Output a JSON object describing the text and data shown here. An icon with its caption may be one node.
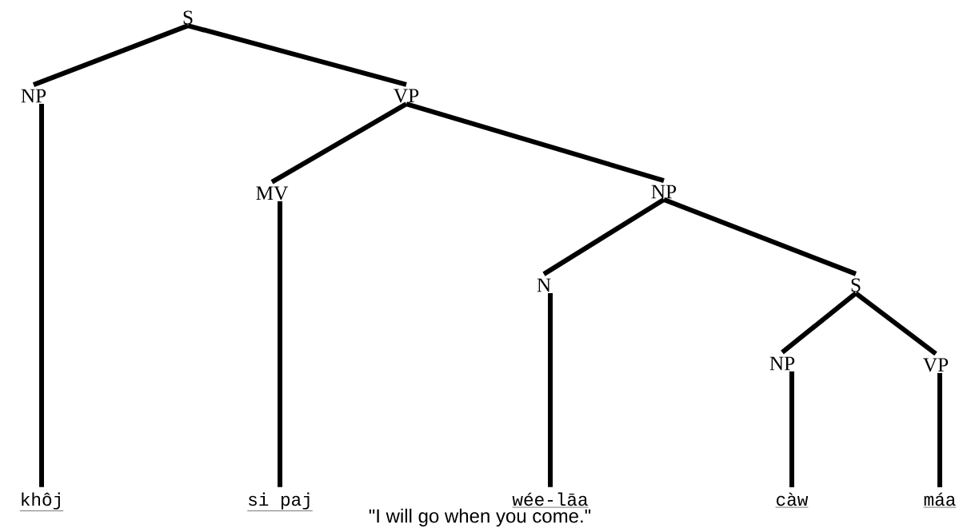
{
  "diagram": {
    "caption": "\"I will go when you come.\"",
    "nodes": [
      {
        "text": [
          "S"
        ]
      },
      {
        "text": [
          "NP"
        ]
      },
      {
        "text": [
          "VP"
        ]
      },
      {
        "text": [
          "MV"
        ]
      },
      {
        "text": [
          "NP"
        ]
      },
      {
        "text": [
          "N"
        ]
      },
      {
        "text": [
          "S"
        ]
      },
      {
        "text": [
          "NP"
        ]
      },
      {
        "text": [
          "VP"
        ]
      },
      {
        "text": [
          "khôj"
        ]
      },
      {
        "text": [
          "si paj"
        ]
      },
      {
        "text": [
          "wée-lāa"
        ]
      },
      {
        "text": [
          "càw"
        ]
      },
      {
        "text": [
          "máa"
        ]
      }
    ],
    "edges": [
      {
        "from": 0,
        "to": 1,
        "arrow": "none"
      },
      {
        "from": 0,
        "to": 2,
        "arrow": "none"
      },
      {
        "from": 1,
        "to": 9,
        "arrow": "none"
      },
      {
        "from": 2,
        "to": 3,
        "arrow": "none"
      },
      {
        "from": 2,
        "to": 4,
        "arrow": "none"
      },
      {
        "from": 3,
        "to": 10,
        "arrow": "none"
      },
      {
        "from": 4,
        "to": 5,
        "arrow": "none"
      },
      {
        "from": 4,
        "to": 6,
        "arrow": "none"
      },
      {
        "from": 5,
        "to": 11,
        "arrow": "none"
      },
      {
        "from": 6,
        "to": 7,
        "arrow": "none"
      },
      {
        "from": 6,
        "to": 8,
        "arrow": "none"
      },
      {
        "from": 7,
        "to": 12,
        "arrow": "none"
      },
      {
        "from": 8,
        "to": 13,
        "arrow": "none"
      }
    ]
  }
}
